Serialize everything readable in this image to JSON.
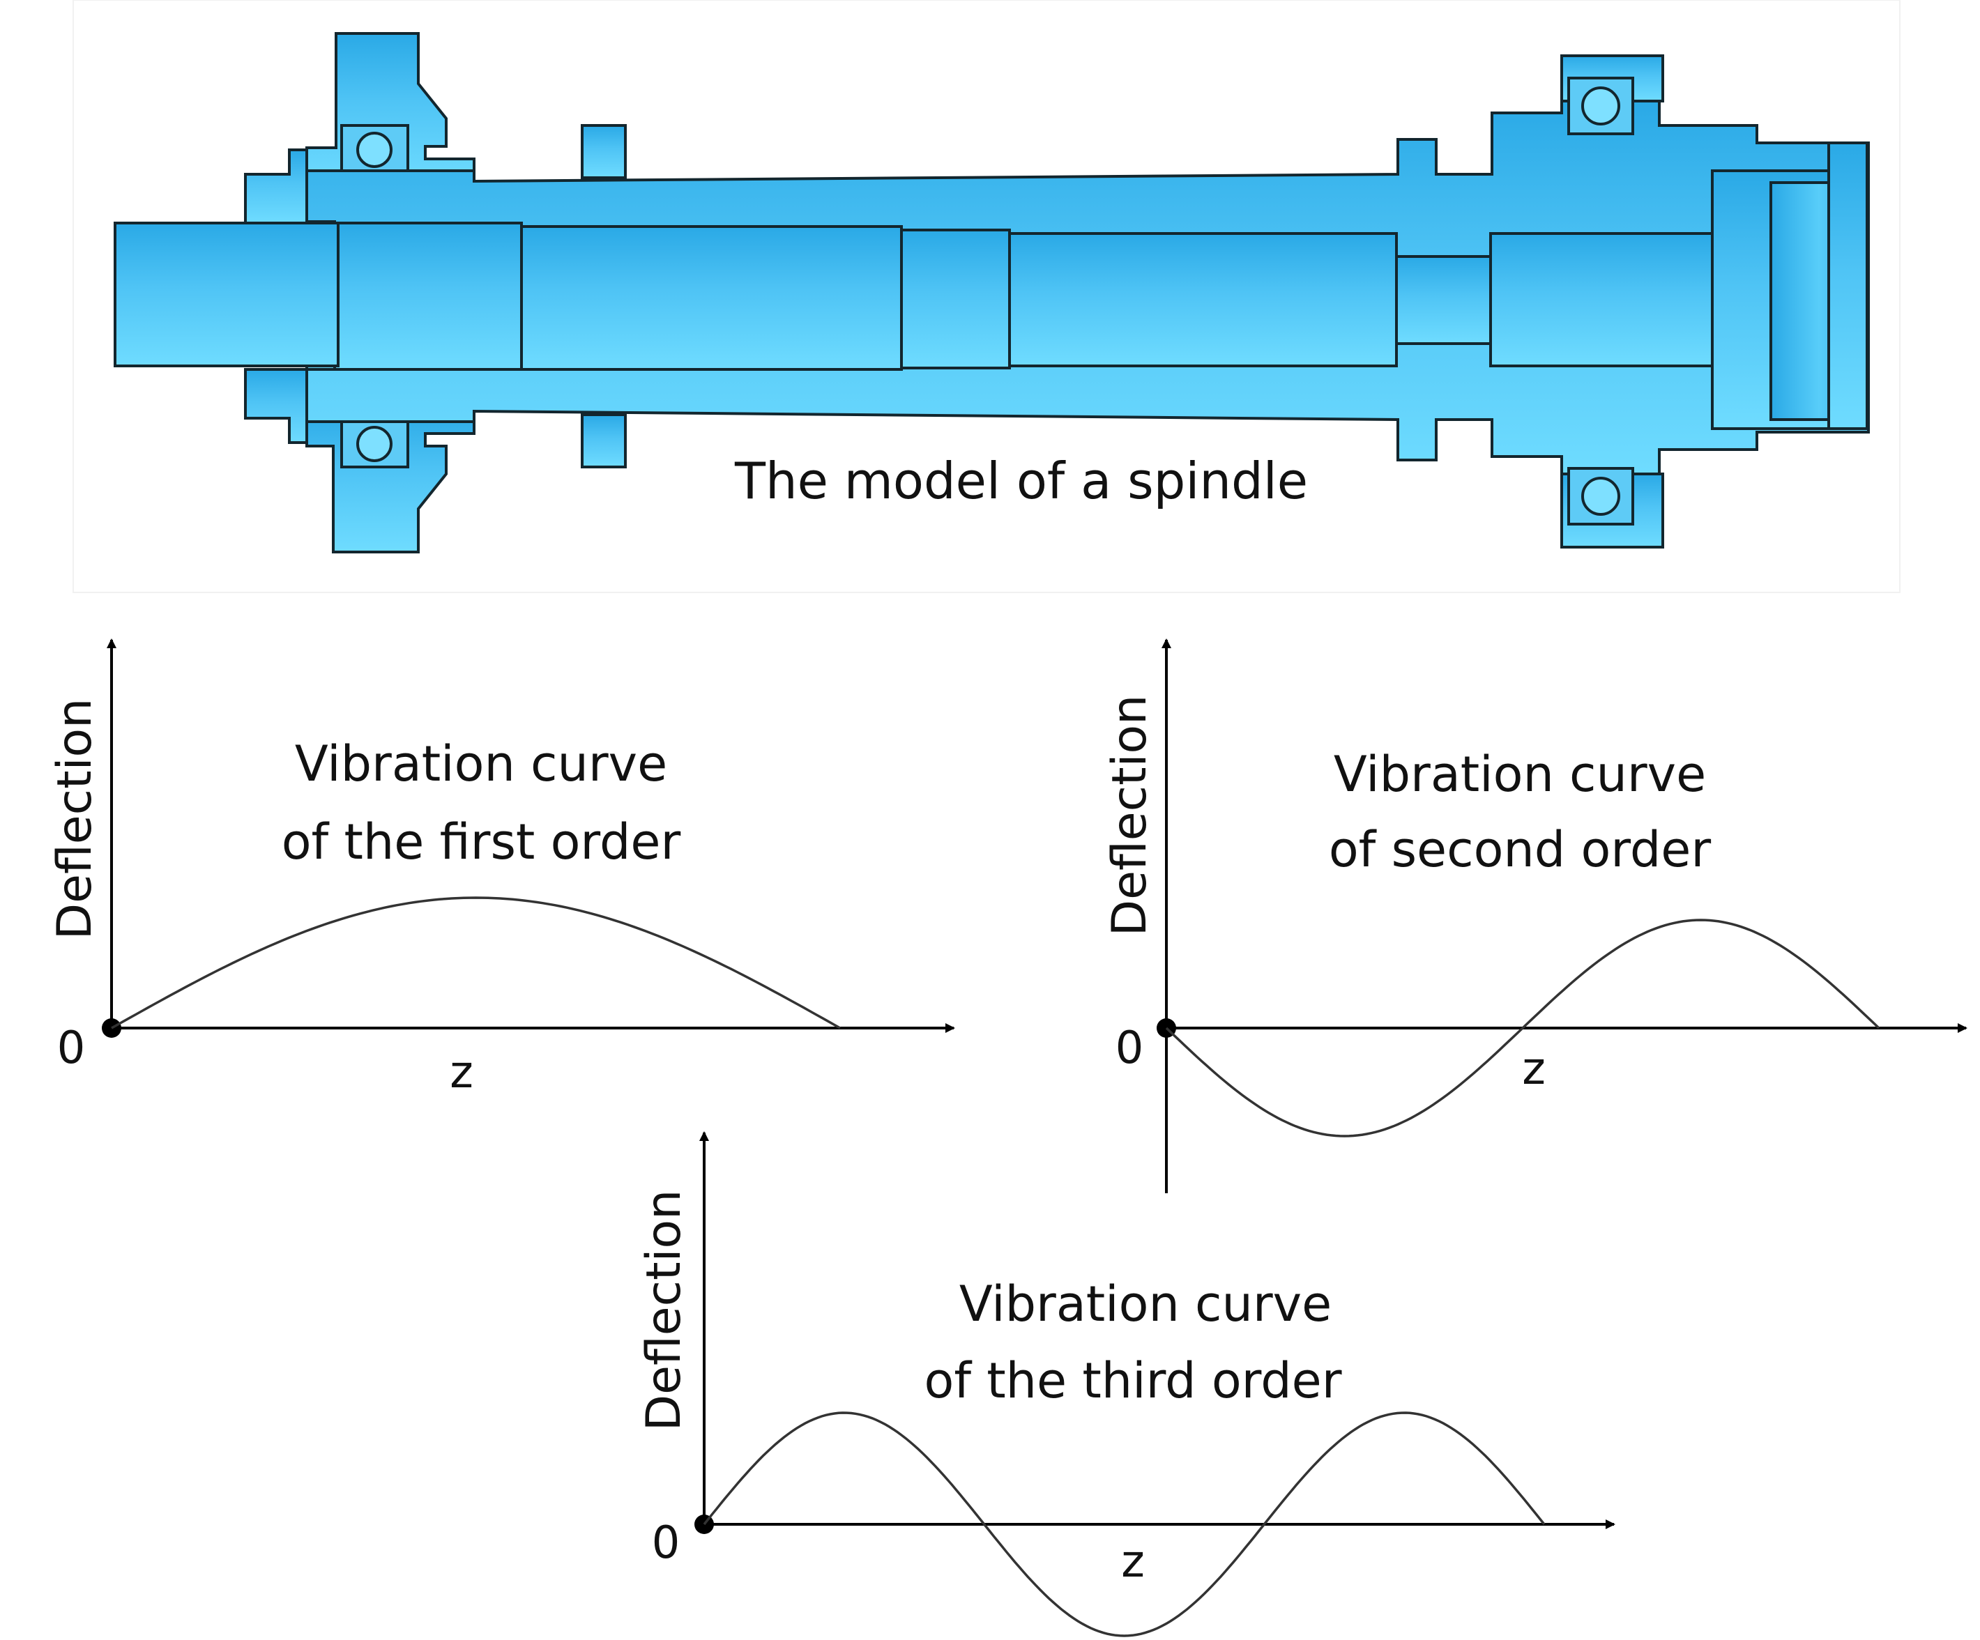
{
  "spindle": {
    "caption": "The model of a spindle",
    "colors": {
      "body": "#41b9f1",
      "body_light": "#5fd3fb",
      "outline": "#13262e",
      "panel_bg": "#ffffff"
    }
  },
  "mode_plots": [
    {
      "id": "first",
      "title_line1": "Vibration curve",
      "title_line2": "of the first order",
      "ylabel": "Deflection",
      "xlabel": "z",
      "origin_label": "0"
    },
    {
      "id": "second",
      "title_line1": "Vibration curve",
      "title_line2": "of second order",
      "ylabel": "Deflection",
      "xlabel": "z",
      "origin_label": "0"
    },
    {
      "id": "third",
      "title_line1": "Vibration curve",
      "title_line2": "of the third order",
      "ylabel": "Deflection",
      "xlabel": "z",
      "origin_label": "0"
    }
  ],
  "colors": {
    "curve": "#333333",
    "axis": "#000000",
    "text": "#111111"
  }
}
